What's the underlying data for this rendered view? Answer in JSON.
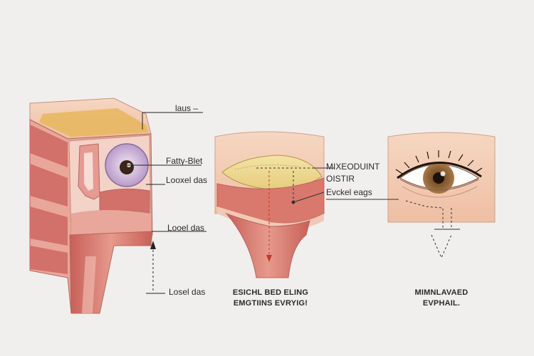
{
  "panel1": {
    "labels": {
      "top": "laus –",
      "fatty": "Fatty-Blet",
      "lower1": "Looxel das",
      "lower2": "Looel das",
      "lower3": "Losel das"
    }
  },
  "panel2": {
    "labels": {
      "mixed": "MIXEODUINT",
      "oistr": "OISTIR",
      "evckel": "Evckel eags"
    },
    "caption_line1": "ESICHL BED ELING",
    "caption_line2": "EMGTIINS EVRYIG!"
  },
  "panel3": {
    "caption_line1": "MIMNLAVAED",
    "caption_line2": "EVPHAIL."
  },
  "colors": {
    "background": "#f1efee",
    "skin": "#f2c9ae",
    "muscle": "#d9786c",
    "fat": "#ecd890",
    "iris": "#7a4f2b"
  }
}
